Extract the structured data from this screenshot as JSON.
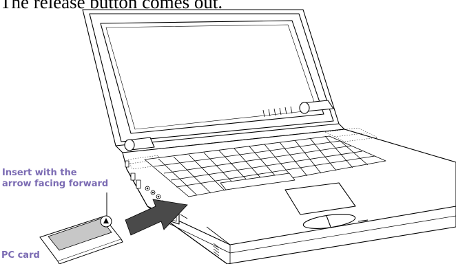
{
  "heading": "The release button comes out.",
  "callouts": {
    "arrow_line1": "Insert with the",
    "arrow_line2": "arrow facing forward",
    "pc_card": "PC card"
  },
  "colors": {
    "callout": "#7b6bb3",
    "insert_arrow": "#4a4a4a",
    "line": "#000000",
    "card_label": "#c7c7c7"
  },
  "icons": {
    "insert_arrow": "arrow-right-icon",
    "card_mark": "triangle-up-icon"
  }
}
